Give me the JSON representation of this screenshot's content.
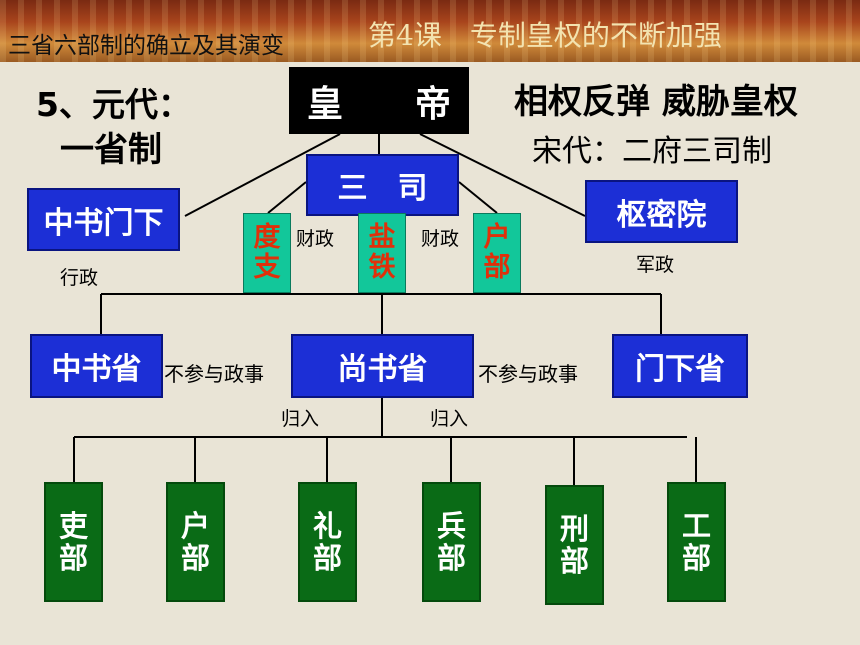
{
  "header": {
    "section_title": "三省六部制的确立及其演变",
    "lesson_title": "第4课　专制皇权的不断加强"
  },
  "headings": {
    "yuan_title": "5、元代：",
    "yuan_system": "一省制",
    "right_title": "相权反弹  威胁皇权",
    "song_system": "宋代：二府三司制"
  },
  "nodes": {
    "emperor": "皇　　帝",
    "sansi": "三　司",
    "zhongshumenxia": "中书门下",
    "shumiyuan": "枢密院",
    "duzhi": [
      "度",
      "支"
    ],
    "yantie": [
      "盐",
      "铁"
    ],
    "hubu_small": [
      "户",
      "部"
    ],
    "zhongshusheng": "中书省",
    "shangshusheng": "尚书省",
    "menxiasheng": "门下省",
    "ministries": [
      [
        "吏",
        "部"
      ],
      [
        "户",
        "部"
      ],
      [
        "礼",
        "部"
      ],
      [
        "兵",
        "部"
      ],
      [
        "刑",
        "部"
      ],
      [
        "工",
        "部"
      ]
    ]
  },
  "labels": {
    "xingzheng": "行政",
    "caizheng_1": "财政",
    "caizheng_2": "财政",
    "junzheng": "军政",
    "bucan_1": "不参与政事",
    "bucan_2": "不参与政事",
    "guiru_1": "归入",
    "guiru_2": "归入"
  }
}
